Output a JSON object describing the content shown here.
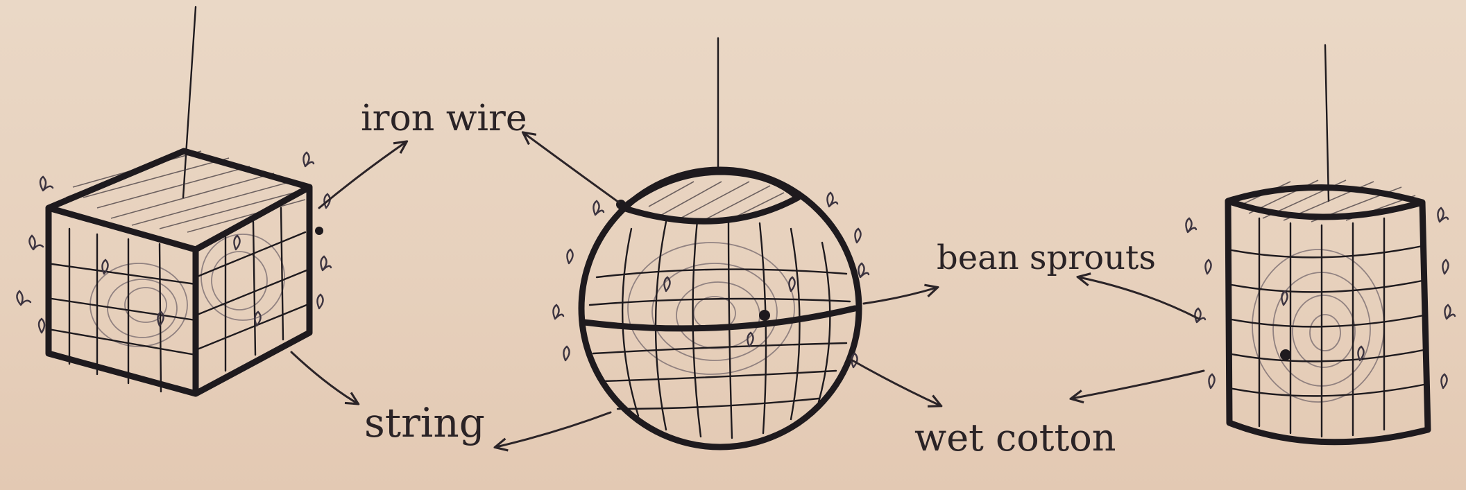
{
  "labels": {
    "iron_wire": "iron wire",
    "bean_sprouts": "bean sprouts",
    "string": "string",
    "wet_cotton": "wet cotton"
  },
  "colors": {
    "paper": "#e9d4c1",
    "ink": "#1e1a1e"
  }
}
